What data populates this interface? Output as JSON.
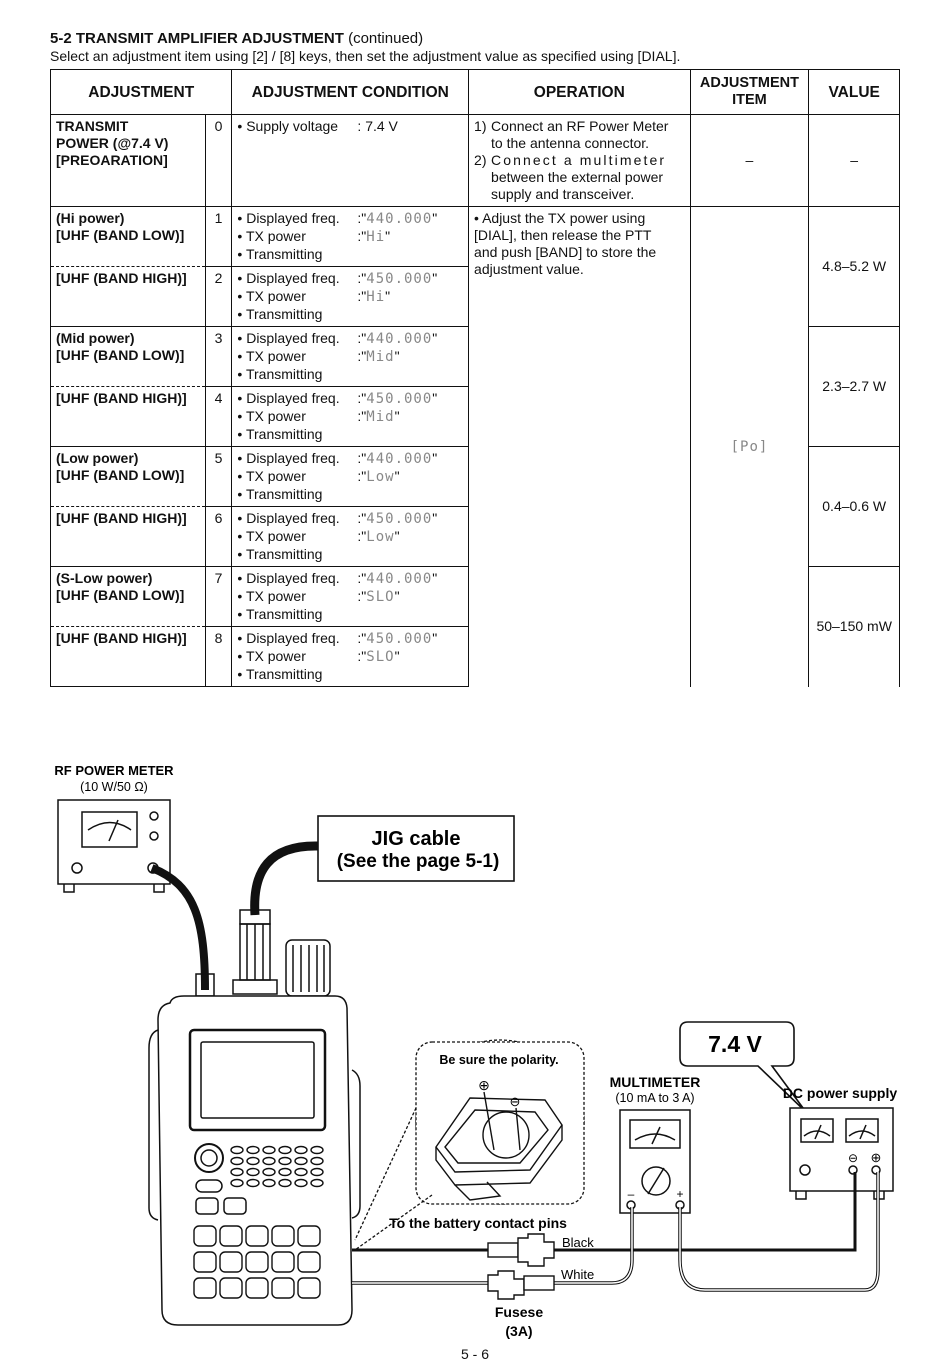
{
  "header": {
    "section": "5-2",
    "title": "TRANSMIT AMPLIFIER ADJUSTMENT",
    "continued": "(continued)",
    "instruction": "Select an adjustment item using [2] / [8] keys, then set the adjustment value as specified using [DIAL]."
  },
  "table": {
    "columns": [
      "ADJUSTMENT",
      "ADJUSTMENT CONDITION",
      "OPERATION",
      "ADJUSTMENT ITEM",
      "VALUE"
    ],
    "row0": {
      "label": [
        "TRANSMIT",
        "POWER (@7.4 V)",
        "[PREOARATION]"
      ],
      "num": "0",
      "cond_key": "• Supply voltage",
      "cond_val": ": 7.4 V",
      "op1_n": "1)",
      "op1_a": "Connect an RF Power Meter",
      "op1_b": "to the antenna connector.",
      "op2_n": "2)",
      "op2_a": "Connect a multimeter",
      "op2_b": "between the external power",
      "op2_c": "supply and transceiver.",
      "item": "–",
      "value": "–"
    },
    "op_common": [
      "• Adjust the TX power using",
      "[DIAL], then release the PTT",
      "and push [BAND] to store the",
      "adjustment value."
    ],
    "item_common": "[Po]",
    "cond_labels": {
      "freq": "• Displayed freq.",
      "power": "• TX power",
      "tx": "• Transmitting"
    },
    "rows": [
      {
        "label1": "(Hi power)",
        "label2": "[UHF (BAND LOW)]",
        "num": "1",
        "freq": "440.000",
        "power": "Hi"
      },
      {
        "label1": "[UHF (BAND HIGH)]",
        "label2": "",
        "num": "2",
        "freq": "450.000",
        "power": "Hi"
      },
      {
        "label1": "(Mid power)",
        "label2": "[UHF (BAND LOW)]",
        "num": "3",
        "freq": "440.000",
        "power": "Mid"
      },
      {
        "label1": "[UHF (BAND HIGH)]",
        "label2": "",
        "num": "4",
        "freq": "450.000",
        "power": "Mid"
      },
      {
        "label1": "(Low power)",
        "label2": "[UHF (BAND LOW)]",
        "num": "5",
        "freq": "440.000",
        "power": "Low"
      },
      {
        "label1": "[UHF (BAND HIGH)]",
        "label2": "",
        "num": "6",
        "freq": "450.000",
        "power": "Low"
      },
      {
        "label1": "(S-Low power)",
        "label2": "[UHF (BAND LOW)]",
        "num": "7",
        "freq": "440.000",
        "power": "SLO"
      },
      {
        "label1": "[UHF (BAND HIGH)]",
        "label2": "",
        "num": "8",
        "freq": "450.000",
        "power": "SLO"
      }
    ],
    "values": [
      "4.8–5.2 W",
      "2.3–2.7 W",
      "0.4–0.6 W",
      "50–150 mW"
    ]
  },
  "diagram": {
    "rf_meter_title": "RF POWER METER",
    "rf_meter_spec": "(10 W/50 Ω)",
    "jig_line1": "JIG cable",
    "jig_line2": "(See the page 5-1)",
    "polarity_note": "Be sure the polarity.",
    "battery_pins": "To the battery contact pins",
    "multimeter_title": "MULTIMETER",
    "multimeter_spec": "(10 mA to 3 A)",
    "voltage": "7.4 V",
    "dc_supply": "DC power supply",
    "black": "Black",
    "white": "White",
    "fuse_line1": "Fusese",
    "fuse_line2": "(3A)",
    "minus": "–",
    "plus": "+"
  },
  "footer": {
    "page": "5 - 6"
  }
}
